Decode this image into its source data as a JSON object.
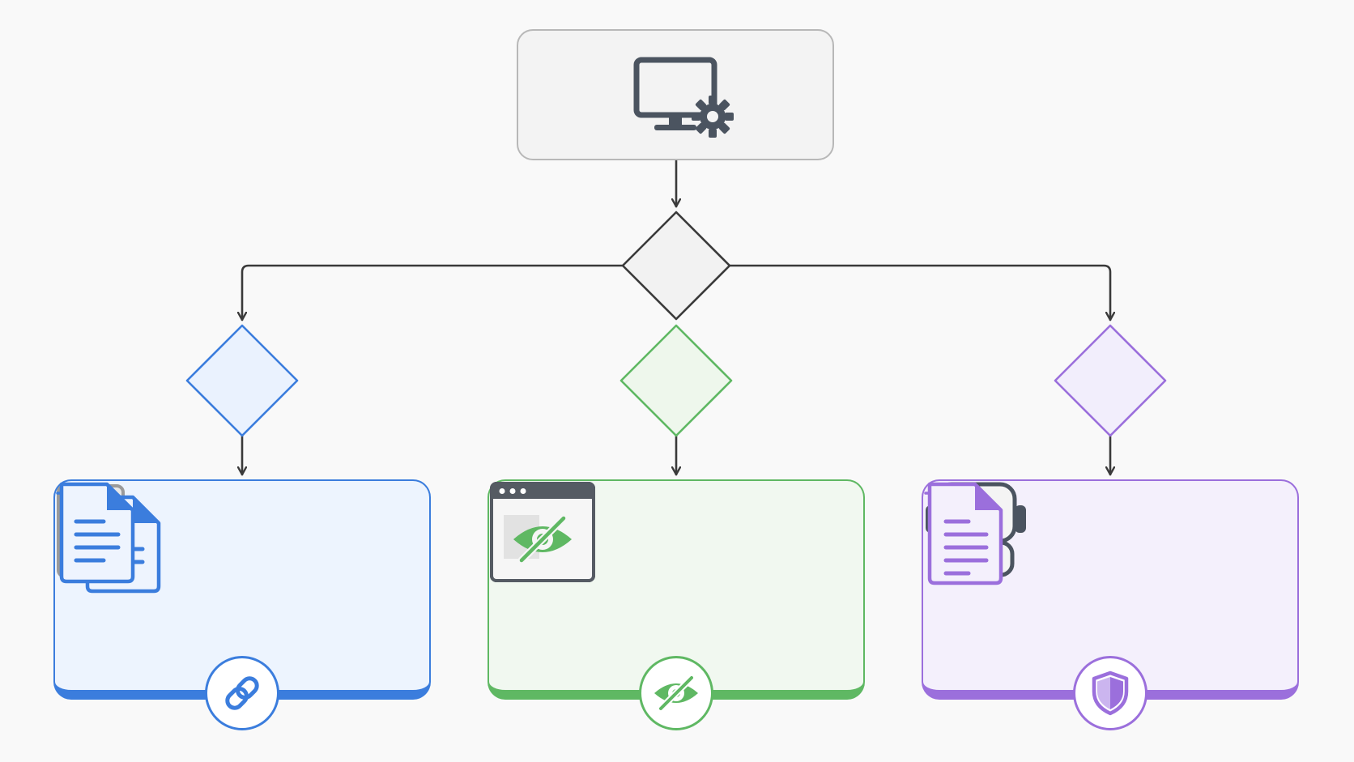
{
  "diagram": {
    "root": {
      "icon": "monitor-gear-icon"
    },
    "decision": {
      "icon": "decision-diamond"
    },
    "branches": [
      {
        "id": "blue",
        "color": "#3b7ddd",
        "fill": "#edf4fe",
        "source_icon": "stacked-documents-icon",
        "result_icon": "document-icon",
        "badge_icon": "link-icon"
      },
      {
        "id": "green",
        "color": "#5fb863",
        "fill": "#f1f8f0",
        "source_icon": "browser-window-icon",
        "result_icon": "browser-eye-off-icon",
        "badge_icon": "eye-off-icon"
      },
      {
        "id": "purple",
        "color": "#9b6fdc",
        "fill": "#f4f0fc",
        "source_icon": "robot-icon",
        "result_icon": "document-icon",
        "badge_icon": "shield-icon"
      }
    ]
  }
}
